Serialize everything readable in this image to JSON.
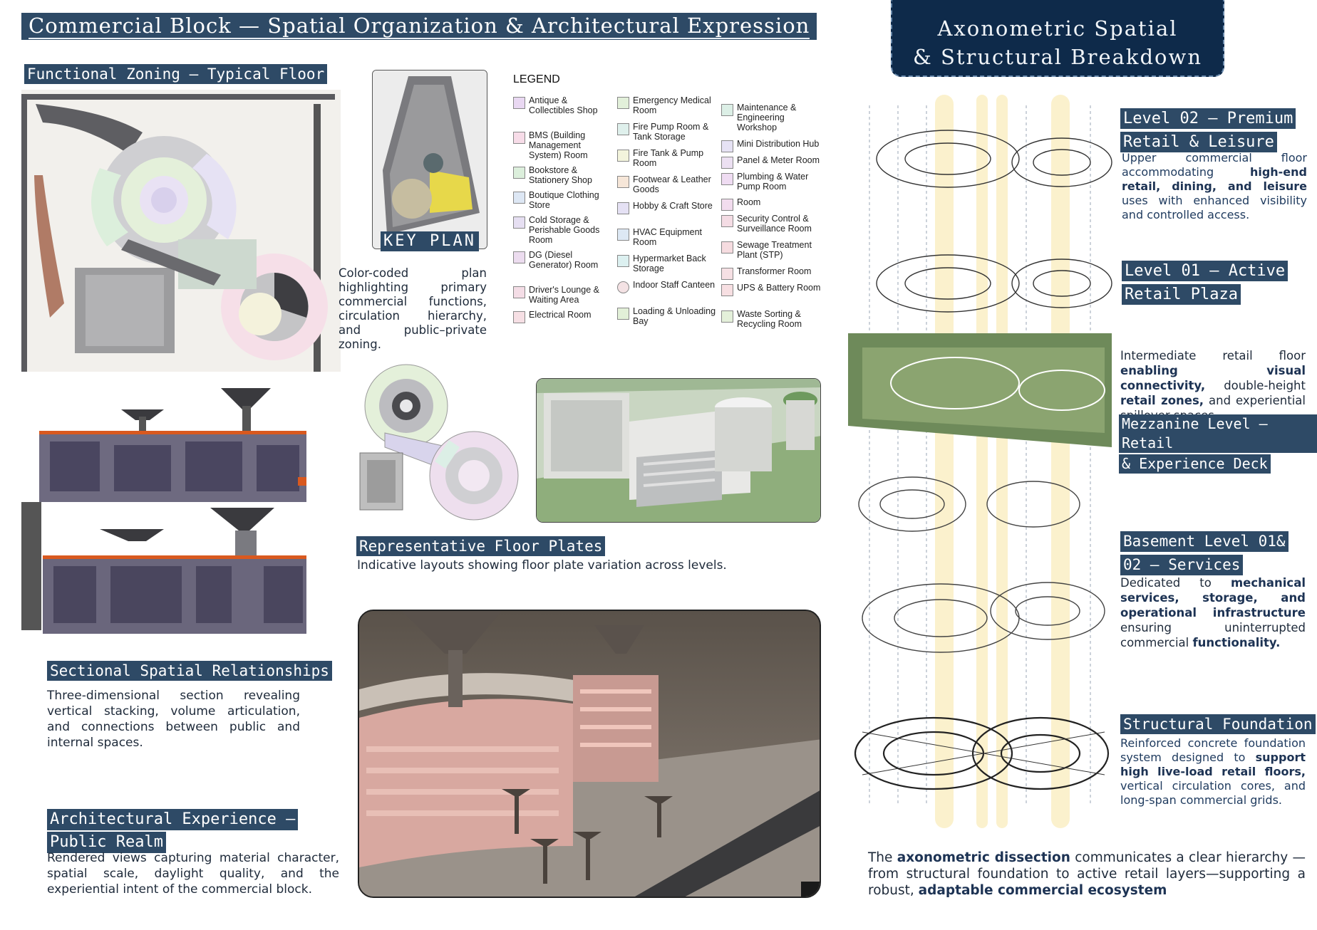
{
  "header": {
    "title": "Commercial Block — Spatial Organization & Architectural Expression",
    "axo_title_line1": "Axonometric Spatial",
    "axo_title_line2": "& Structural Breakdown"
  },
  "functional_zoning": {
    "heading": "Functional Zoning — Typical Floor"
  },
  "key_plan": {
    "label": "KEY PLAN",
    "description": "Color-coded plan highlighting primary commercial functions, circulation hierarchy, and public–private zoning."
  },
  "legend": {
    "title": "LEGEND",
    "col1": [
      {
        "label": "Antique & Collectibles Shop",
        "color": "#e9d8f2"
      },
      {
        "label": "BMS (Building Management System) Room",
        "color": "#f7dce8"
      },
      {
        "label": "Bookstore & Stationery Shop",
        "color": "#dcefdc"
      },
      {
        "label": "Boutique Clothing Store",
        "color": "#dde7f4"
      },
      {
        "label": "Cold Storage & Perishable Goods Room",
        "color": "#e6dff2"
      },
      {
        "label": "DG (Diesel Generator) Room",
        "color": "#ecdcef"
      },
      {
        "label": "Driver's Lounge & Waiting Area",
        "color": "#f4dde6"
      },
      {
        "label": "Electrical Room",
        "color": "#f6dfe4"
      }
    ],
    "col2": [
      {
        "label": "Emergency Medical Room",
        "color": "#e2f0da"
      },
      {
        "label": "Fire Pump Room & Tank Storage",
        "color": "#dff0ec"
      },
      {
        "label": "Fire Tank & Pump Room",
        "color": "#f3f4dc"
      },
      {
        "label": "Footwear & Leather Goods",
        "color": "#f6e6d8"
      },
      {
        "label": "Hobby & Craft Store",
        "color": "#e5e1f4"
      },
      {
        "label": "HVAC Equipment Room",
        "color": "#dde8f4"
      },
      {
        "label": "Hypermarket Back Storage",
        "color": "#dcf0f0"
      },
      {
        "label": "Indoor Staff Canteen",
        "color": "#f4e2e4"
      },
      {
        "label": "Loading & Unloading Bay",
        "color": "#e2f0d8"
      }
    ],
    "col3": [
      {
        "label": "Maintenance & Engineering Workshop",
        "color": "#dcefe6"
      },
      {
        "label": "Mini Distribution Hub",
        "color": "#e6e2f4"
      },
      {
        "label": "Panel & Meter Room",
        "color": "#ece0f2"
      },
      {
        "label": "Plumbing & Water Pump Room",
        "color": "#efdcf2"
      },
      {
        "label": "Room",
        "color": "#f2dcee"
      },
      {
        "label": "Security Control & Surveillance Room",
        "color": "#f4dce4"
      },
      {
        "label": "Sewage Treatment Plant (STP)",
        "color": "#f6dce0"
      },
      {
        "label": "Transformer Room",
        "color": "#f6e0e4"
      },
      {
        "label": "UPS & Battery Room",
        "color": "#f7dfe2"
      },
      {
        "label": "Waste Sorting & Recycling Room",
        "color": "#e4f0da"
      }
    ]
  },
  "floor_plates": {
    "heading": "Representative Floor Plates",
    "caption": "Indicative layouts showing floor plate variation across levels."
  },
  "section": {
    "heading": "Sectional Spatial Relationships",
    "text": "Three-dimensional section revealing vertical stacking, volume articulation, and connections between public and internal spaces."
  },
  "experience": {
    "heading_line1": "Architectural Experience —",
    "heading_line2": "Public Realm",
    "text": "Rendered views capturing material character, spatial scale, daylight quality, and the experiential intent of the commercial block."
  },
  "levels": {
    "level02": {
      "heading_line1": "Level 02 — Premium",
      "heading_line2": "Retail & Leisure",
      "t1": "Upper commercial floor accommodating",
      "b1": "high-end retail, dining, and leisure",
      "t2": "uses with enhanced visibility and controlled access."
    },
    "level01": {
      "heading_line1": "Level 01 — Active",
      "heading_line2": "Retail Plaza",
      "t1": "Intermediate retail floor",
      "b1": "enabling visual connectivity,",
      "t2": "double-height",
      "b2": "retail zones,",
      "t3": "and experiential spillover spaces."
    },
    "mezzanine": {
      "heading_line1": "Mezzanine Level — Retail",
      "heading_line2": "& Experience Deck"
    },
    "basement": {
      "heading_line1": "Basement Level 01&",
      "heading_line2": "02 — Services",
      "t1": "Dedicated to",
      "b1": "mechanical services, storage, and operational infrastructure",
      "t2": "ensuring uninterrupted commercial",
      "b2": "functionality."
    },
    "foundation": {
      "heading": "Structural Foundation",
      "t1": "Reinforced concrete foundation system designed to",
      "b1": "support high live-load retail floors,",
      "t2": "vertical circulation cores, and long-span commercial grids."
    }
  },
  "summary": {
    "t1": "The",
    "b1": "axonometric dissection",
    "t2": "communicates a clear hierarchy —from structural foundation to active retail layers—supporting a robust,",
    "b2": "adaptable commercial ecosystem"
  }
}
